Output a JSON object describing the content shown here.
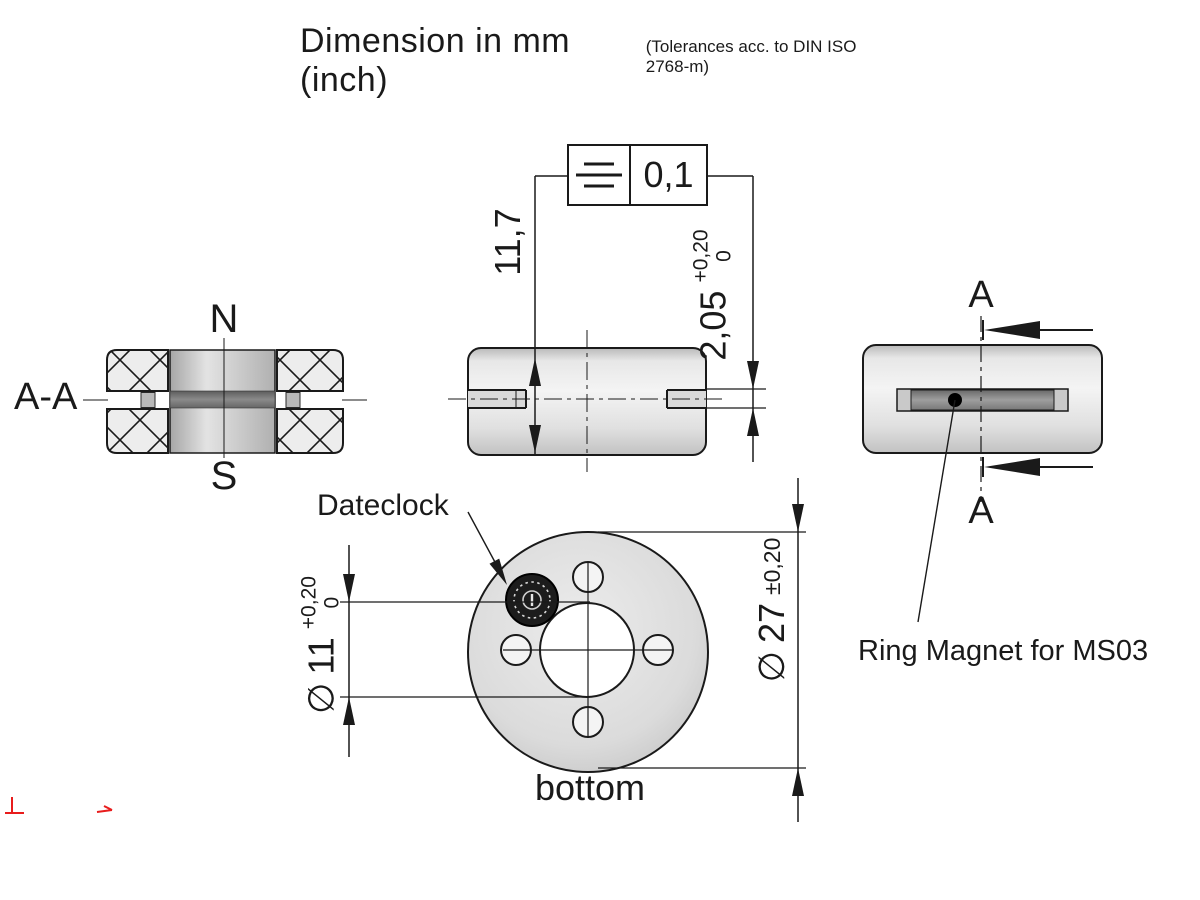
{
  "title": {
    "main": "Dimension in mm (inch)",
    "note": "(Tolerances acc. to DIN ISO 2768-m)"
  },
  "section_view": {
    "label": "A-A",
    "pole_top": "N",
    "pole_bottom": "S"
  },
  "front_view": {
    "height_dim": "11,7",
    "fcf": {
      "symbol_icon": "symmetry-icon",
      "value": "0,1"
    },
    "groove_dim": {
      "value": "2,05",
      "tol_upper": "+0,20",
      "tol_lower": "0"
    }
  },
  "side_view": {
    "section_label_top": "A",
    "section_label_bottom": "A",
    "callout": "Ring Magnet for MS03"
  },
  "bottom_view": {
    "view_label": "bottom",
    "dateclock_label": "Dateclock",
    "inner_diameter": {
      "symbol": "∅",
      "value": "11",
      "tol_upper": "+0,20",
      "tol_lower": "0"
    },
    "outer_diameter": {
      "symbol": "∅",
      "value": "27",
      "tol": "±0,20"
    }
  },
  "colors": {
    "line": "#1a1a1a",
    "annotation_red": "#e81c1c",
    "background": "#ffffff"
  }
}
